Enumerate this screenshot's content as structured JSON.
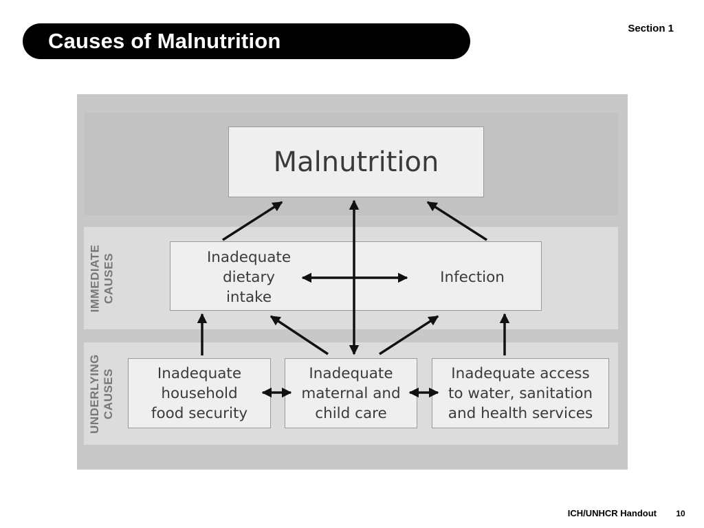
{
  "slide": {
    "title": "Causes of Malnutrition",
    "section": "Section 1",
    "footer_source": "ICH/UNHCR Handout",
    "page_number": "10"
  },
  "diagram": {
    "top_box": "Malnutrition",
    "immediate": {
      "band_label_lines": [
        "IMMEDIATE",
        "CAUSES"
      ],
      "dietary_lines": [
        "Inadequate",
        "dietary",
        "intake"
      ],
      "infection": "Infection"
    },
    "underlying": {
      "band_label_lines": [
        "UNDERLYING",
        "CAUSES"
      ],
      "food_lines": [
        "Inadequate",
        "household",
        "food security"
      ],
      "care_lines": [
        "Inadequate",
        "maternal and",
        "child care"
      ],
      "water_lines": [
        "Inadequate access",
        "to water, sanitation",
        "and health services"
      ]
    },
    "colors": {
      "outer_background": "#c8c8c8",
      "top_band": "#c2c2c2",
      "cause_bands": "#dcdcdc",
      "box_fill": "#efefef",
      "arrow": "#111111",
      "band_label": "#777777"
    }
  }
}
